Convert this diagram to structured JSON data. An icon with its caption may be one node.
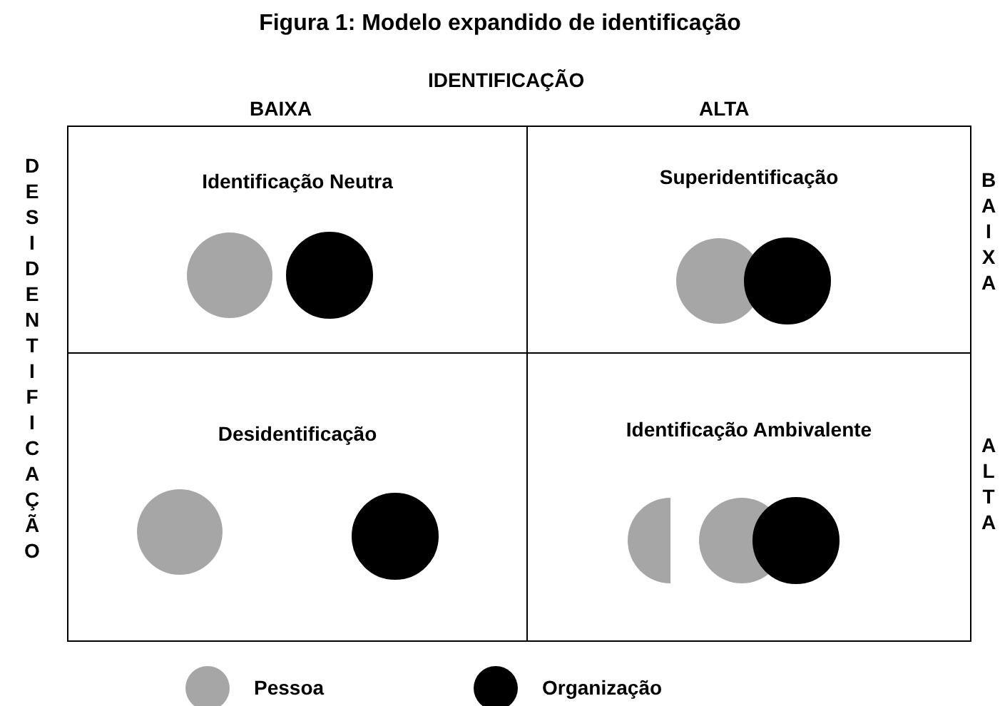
{
  "diagram": {
    "title": "Figura 1: Modelo expandido de identificação",
    "nodes": [
      {
        "text": [
          "Identificação Neutra"
        ]
      },
      {
        "text": [
          "Superidentificação"
        ]
      },
      {
        "text": [
          "Desidentificação"
        ]
      },
      {
        "text": [
          "Identificação Ambivalente"
        ]
      }
    ],
    "labels": [
      "IDENTIFICAÇÃO",
      "BAIXA",
      "ALTA",
      "DESIDENTIFICAÇÃO",
      "BAIXA",
      "ALTA"
    ],
    "legend": [
      {
        "text": "Pessoa",
        "color": "#a6a6a6"
      },
      {
        "text": "Organização",
        "color": "#000000"
      }
    ]
  }
}
